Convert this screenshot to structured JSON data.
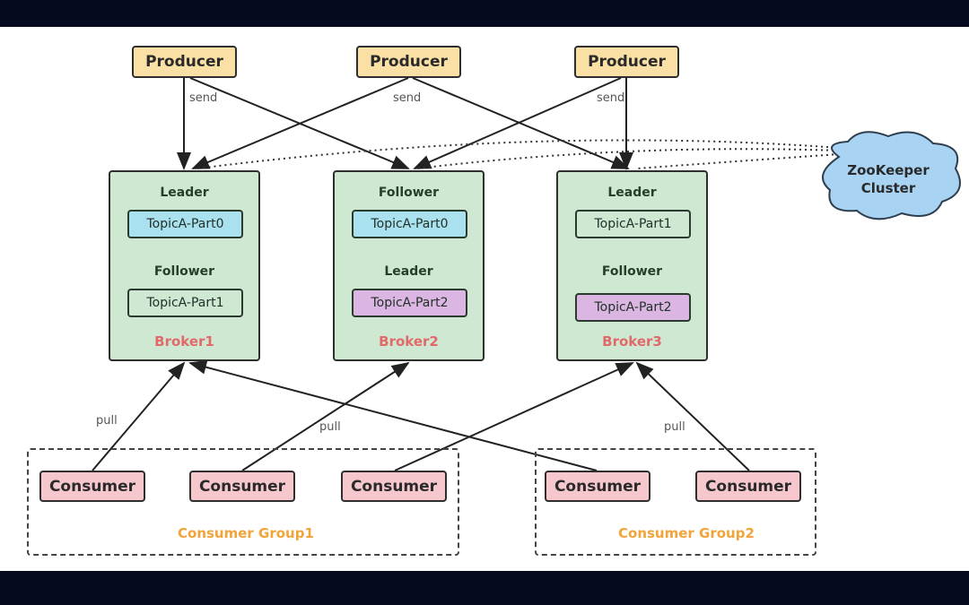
{
  "producers": [
    {
      "label": "Producer"
    },
    {
      "label": "Producer"
    },
    {
      "label": "Producer"
    }
  ],
  "send_labels": [
    "send",
    "send",
    "send"
  ],
  "brokers": [
    {
      "name": "Broker1",
      "roles": [
        "Leader",
        "Follower"
      ],
      "topics": [
        {
          "label": "TopicA-Part0",
          "color": "#a9e1ee"
        },
        {
          "label": "TopicA-Part1",
          "color": "#cfe8d2"
        }
      ]
    },
    {
      "name": "Broker2",
      "roles": [
        "Follower",
        "Leader"
      ],
      "topics": [
        {
          "label": "TopicA-Part0",
          "color": "#a9e1ee"
        },
        {
          "label": "TopicA-Part2",
          "color": "#dcb6e2"
        }
      ]
    },
    {
      "name": "Broker3",
      "roles": [
        "Leader",
        "Follower"
      ],
      "topics": [
        {
          "label": "TopicA-Part1",
          "color": "#cfe8d2"
        },
        {
          "label": "TopicA-Part2",
          "color": "#dcb6e2"
        }
      ]
    }
  ],
  "zookeeper": {
    "line1": "ZooKeeper",
    "line2": "Cluster",
    "color": "#a8d3f3"
  },
  "consumers": [
    {
      "label": "Consumer"
    },
    {
      "label": "Consumer"
    },
    {
      "label": "Consumer"
    },
    {
      "label": "Consumer"
    },
    {
      "label": "Consumer"
    }
  ],
  "pull_labels": [
    "pull",
    "pull",
    "pull"
  ],
  "groups": [
    {
      "label": "Consumer Group1"
    },
    {
      "label": "Consumer Group2"
    }
  ],
  "colors": {
    "producer": "#fbe0a6",
    "broker": "#cfe8d2",
    "consumer": "#f6c8cd",
    "broker_name": "#e06a6a",
    "group_label": "#f2a43a"
  }
}
